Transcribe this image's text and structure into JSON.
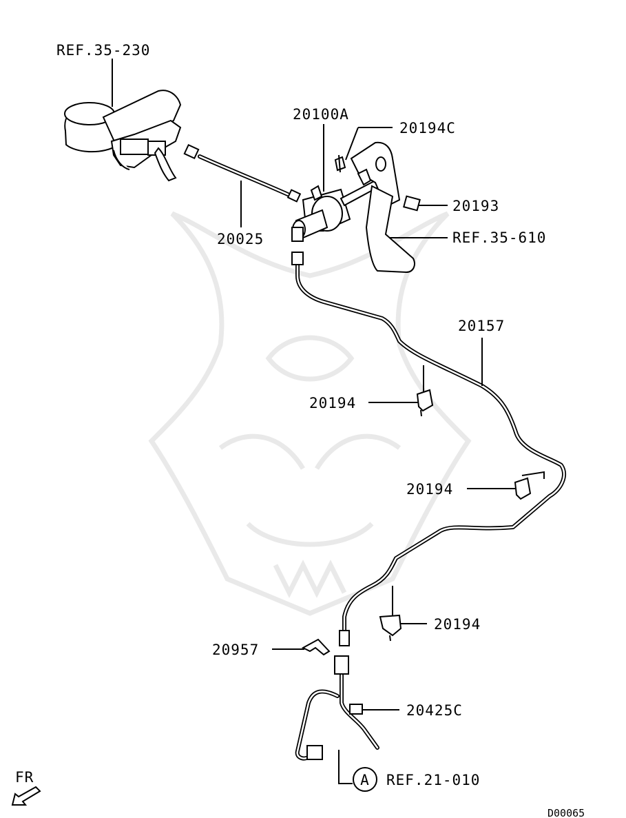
{
  "labels": {
    "ref_35_230": "REF.35-230",
    "p20100A": "20100A",
    "p20194C": "20194C",
    "p20193": "20193",
    "ref_35_610": "REF.35-610",
    "p20025": "20025",
    "p20157": "20157",
    "p20194_a": "20194",
    "p20194_b": "20194",
    "p20194_c": "20194",
    "p20957": "20957",
    "p20425C": "20425C",
    "ref_21_010": "REF.21-010",
    "circle_A": "A",
    "fr": "FR",
    "diagram_code": "D00065"
  }
}
